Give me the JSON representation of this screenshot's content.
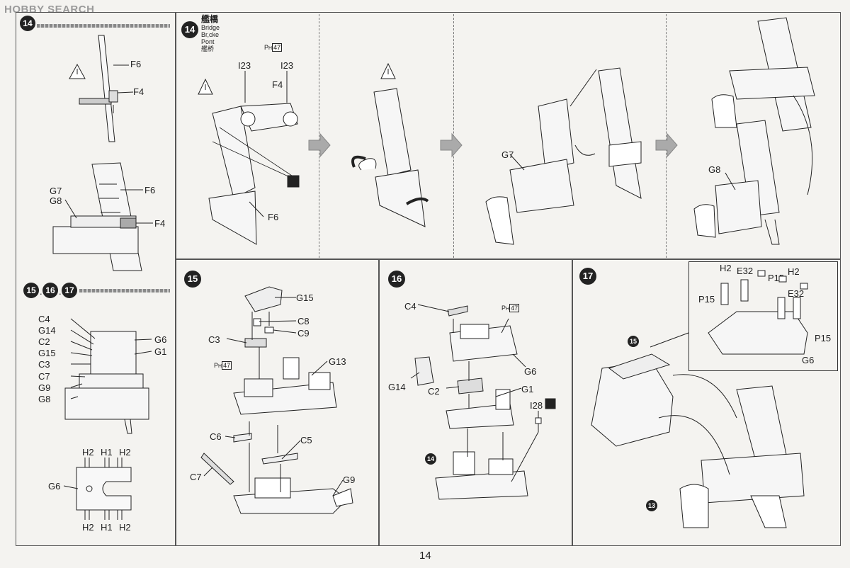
{
  "watermark": "HOBBY SEARCH",
  "page_number": "14",
  "steps": {
    "s14": "14",
    "s15": "15",
    "s16": "16",
    "s17": "17",
    "s13": "13"
  },
  "bridge_title": {
    "jp": "艦橋",
    "en": "Bridge",
    "de": "Br,cke",
    "fr": "Pont",
    "cn": "艦桥"
  },
  "side_panel": {
    "top_labels": [
      "F6",
      "F4"
    ],
    "mid_labels": [
      "G7",
      "G8",
      "F6",
      "F4"
    ],
    "bottom_labels": [
      "C4",
      "G14",
      "C2",
      "G15",
      "C3",
      "C7",
      "G9",
      "G8",
      "G6",
      "G1"
    ],
    "g6_labels": [
      "H2",
      "H1",
      "H2",
      "G6",
      "H2",
      "H1",
      "H2"
    ],
    "header_sep": ".",
    "header_sep2": "."
  },
  "step14_labels": {
    "i23a": "I23",
    "i23b": "I23",
    "ph": "P",
    "ph_sub": "H",
    "ph_num": "47",
    "f4": "F4",
    "f6": "F6",
    "g7": "G7",
    "g8": "G8"
  },
  "step15_labels": [
    "G15",
    "C8",
    "C3",
    "C9",
    "G13",
    "C6",
    "C5",
    "C7",
    "G9"
  ],
  "step15_ph": "47",
  "step16_labels": [
    "C4",
    "G6",
    "G14",
    "C2",
    "G1",
    "I28"
  ],
  "step16_ph": "47",
  "step17_labels": [
    "H2",
    "E32",
    "H2",
    "P15",
    "P15",
    "E32",
    "P15",
    "G6"
  ]
}
